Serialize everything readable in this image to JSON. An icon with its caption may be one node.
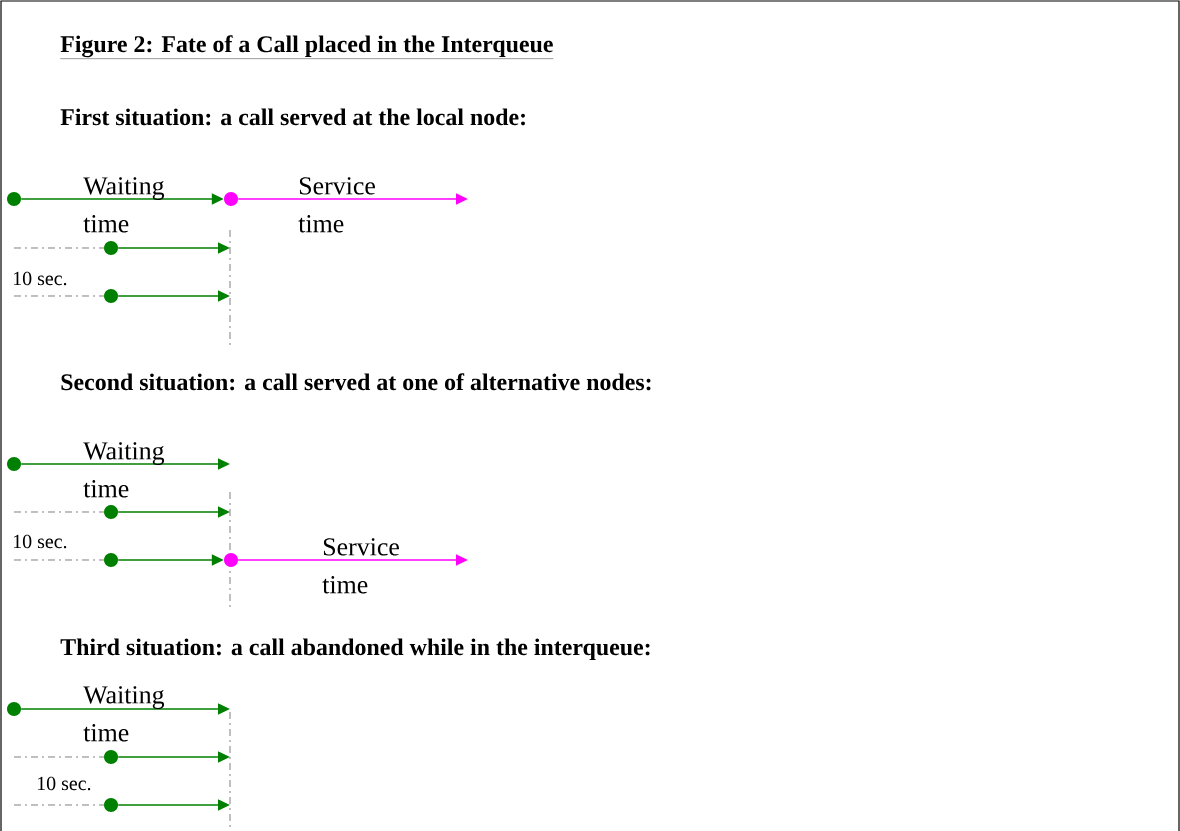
{
  "diagram": {
    "title": "Figure 2: Fate of a Call placed in the Interqueue",
    "nodes": [
      {
        "text": [],
        "shape": "circle"
      },
      {
        "text": [],
        "shape": "circle"
      },
      {
        "text": [],
        "shape": "circle"
      },
      {
        "text": [],
        "shape": "circle"
      },
      {
        "text": [],
        "shape": "circle"
      },
      {
        "text": [],
        "shape": "circle"
      },
      {
        "text": [],
        "shape": "circle"
      },
      {
        "text": [],
        "shape": "circle"
      },
      {
        "text": [],
        "shape": "circle"
      },
      {
        "text": [],
        "shape": "circle"
      },
      {
        "text": [],
        "shape": "circle"
      }
    ],
    "edges": [
      {
        "from": 0,
        "to": 1,
        "arrow": "to",
        "label": "Waiting time"
      },
      {
        "from": 1,
        "to": null,
        "arrow": "to",
        "label": "Service time",
        "color": "#ff00ff"
      },
      {
        "from": 2,
        "to": null,
        "arrow": "to"
      },
      {
        "from": 3,
        "to": null,
        "arrow": "to"
      },
      {
        "from": 4,
        "to": null,
        "arrow": "to",
        "label": "Waiting time"
      },
      {
        "from": 5,
        "to": null,
        "arrow": "to"
      },
      {
        "from": 6,
        "to": 7,
        "arrow": "to"
      },
      {
        "from": 7,
        "to": null,
        "arrow": "to",
        "label": "Service time",
        "color": "#ff00ff"
      },
      {
        "from": 8,
        "to": null,
        "arrow": "to",
        "label": "Waiting time"
      },
      {
        "from": 9,
        "to": null,
        "arrow": "to"
      },
      {
        "from": 10,
        "to": null,
        "arrow": "to"
      }
    ],
    "labels": [
      "First situation: a call served at the local node:",
      "10 sec.",
      "Second situation: a call served at one of alternative nodes:",
      "10 sec.",
      "Third situation: a call abandoned while in the interqueue:",
      "10 sec."
    ]
  }
}
